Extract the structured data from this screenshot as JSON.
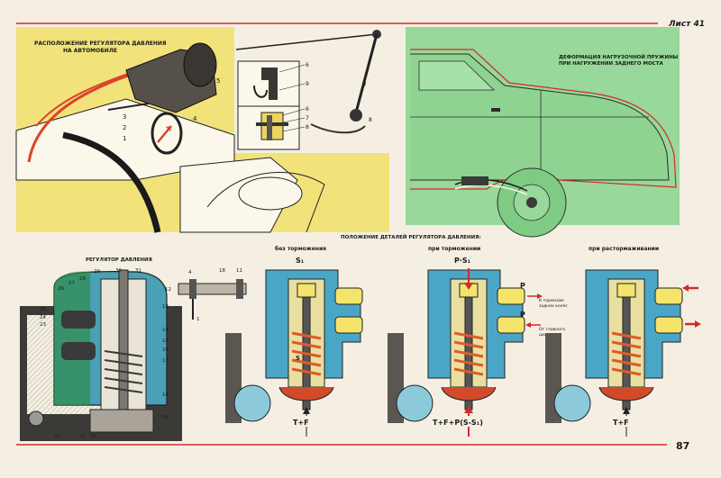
{
  "header": {
    "sheet_label": "Лист 41"
  },
  "footer": {
    "page_number": "87"
  },
  "top_left": {
    "title_line1": "РАСПОЛОЖЕНИЕ РЕГУЛЯТОРА ДАВЛЕНИЯ",
    "title_line2": "НА АВТОМОБИЛЕ",
    "callouts": [
      "5",
      "3",
      "4",
      "2",
      "1"
    ]
  },
  "top_middle": {
    "callouts": [
      "6",
      "7",
      "8",
      "9",
      "6",
      "7",
      "8"
    ]
  },
  "top_right": {
    "title_line1": "ДЕФОРМАЦИЯ НАГРУЗОЧНОЙ ПРУЖИНЫ",
    "title_line2": "ПРИ НАГРУЖЕНИИ ЗАДНЕГО МОСТА"
  },
  "bottom": {
    "section_title": "ПОЛОЖЕНИЕ ДЕТАЛЕЙ РЕГУЛЯТОРА ДАВЛЕНИЯ:",
    "regulator_title": "РЕГУЛЯТОР ДАВЛЕНИЯ",
    "regulator_callouts": [
      "29",
      "30",
      "31",
      "28",
      "27",
      "26",
      "25",
      "24",
      "23",
      "13",
      "14",
      "15",
      "16",
      "17",
      "18",
      "19",
      "22",
      "21",
      "20"
    ],
    "small_part_callouts": [
      "4",
      "12",
      "18",
      "11",
      "1"
    ],
    "panels": [
      {
        "title": "без торможения",
        "top_label": "S₁",
        "mid_label": "S",
        "bottom_label": "T+F"
      },
      {
        "title": "при торможении",
        "top_label": "P·S₁",
        "right_p1": "P",
        "right_p2": "P",
        "note1_line1": "К тормозам",
        "note1_line2": "задних колес",
        "note2_line1": "От главного",
        "note2_line2": "цилиндра",
        "bottom_label": "T+F+P(S-S₁)"
      },
      {
        "title": "при растормаживании",
        "bottom_label": "T+F"
      }
    ]
  }
}
